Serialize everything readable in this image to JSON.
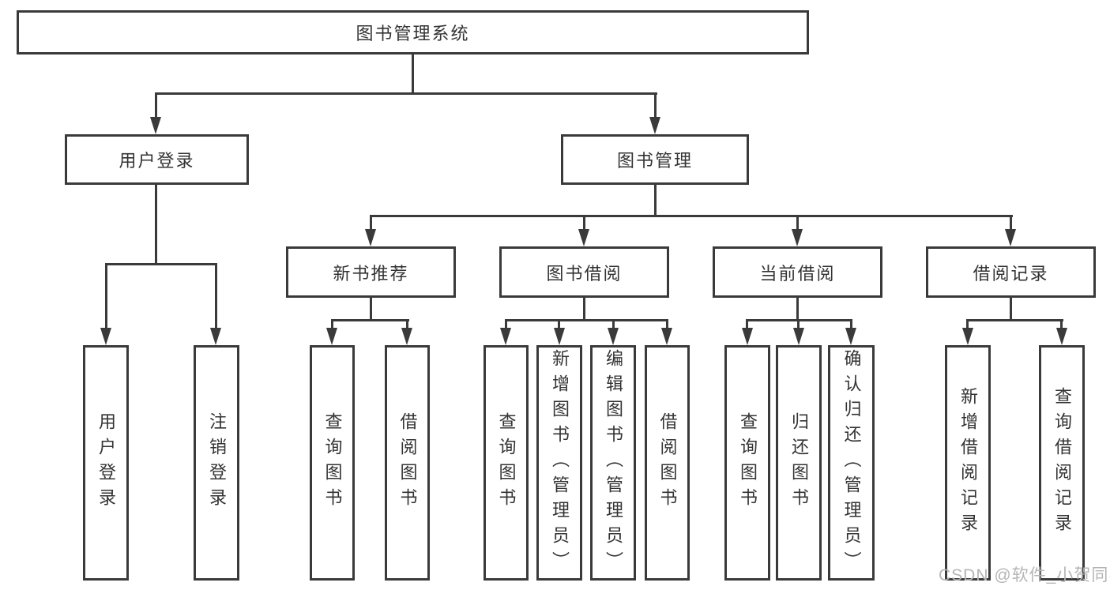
{
  "diagram": {
    "title": "图书管理系统",
    "level2": [
      {
        "label": "用户登录"
      },
      {
        "label": "图书管理"
      }
    ],
    "level3": [
      {
        "label": "新书推荐"
      },
      {
        "label": "图书借阅"
      },
      {
        "label": "当前借阅"
      },
      {
        "label": "借阅记录"
      }
    ],
    "leaves": {
      "user": [
        "用户登录",
        "注销登录"
      ],
      "recommend": [
        "查询图书",
        "借阅图书"
      ],
      "borrow": [
        "查询图书",
        "新增图书（管理员）",
        "编辑图书（管理员）",
        "借阅图书"
      ],
      "current": [
        "查询图书",
        "归还图书",
        "确认归还（管理员）"
      ],
      "records": [
        "新增借阅记录",
        "查询借阅记录"
      ]
    }
  },
  "watermark": {
    "text": "CSDN @软件_小贺同学"
  },
  "colors": {
    "line": "#3a3a3a",
    "text": "#333333",
    "background": "#ffffff",
    "watermark": "#b5b5b5"
  }
}
